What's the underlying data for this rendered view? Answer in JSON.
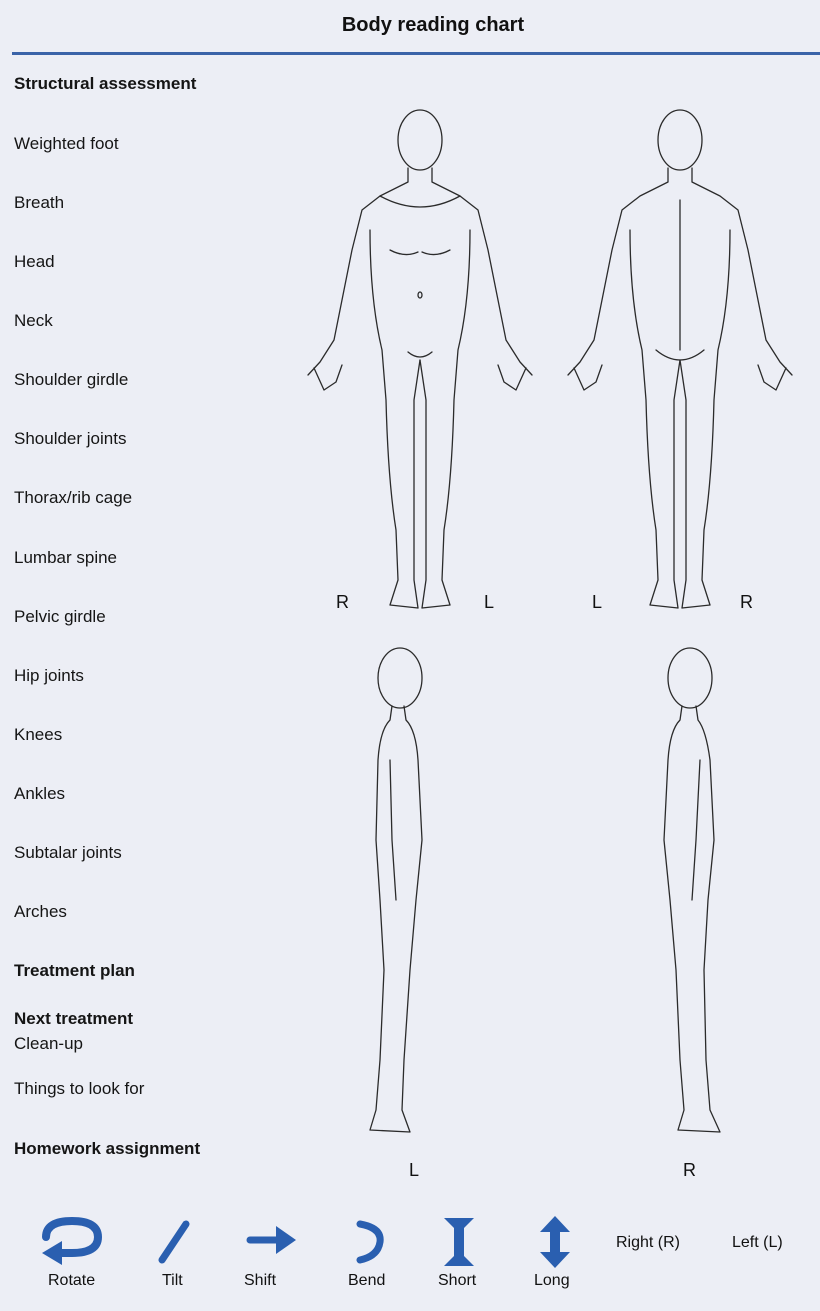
{
  "title": "Body reading chart",
  "rows": [
    {
      "label": "Structural assessment",
      "bold": true
    },
    {
      "label": "Weighted foot",
      "bold": false
    },
    {
      "label": "Breath",
      "bold": false
    },
    {
      "label": "Head",
      "bold": false
    },
    {
      "label": "Neck",
      "bold": false
    },
    {
      "label": "Shoulder girdle",
      "bold": false
    },
    {
      "label": "Shoulder joints",
      "bold": false
    },
    {
      "label": "Thorax/rib cage",
      "bold": false
    },
    {
      "label": "Lumbar spine",
      "bold": false
    },
    {
      "label": "Pelvic girdle",
      "bold": false
    },
    {
      "label": "Hip joints",
      "bold": false
    },
    {
      "label": "Knees",
      "bold": false
    },
    {
      "label": "Ankles",
      "bold": false
    },
    {
      "label": "Subtalar joints",
      "bold": false
    },
    {
      "label": "Arches",
      "bold": false
    },
    {
      "label": "Treatment plan",
      "bold": true
    },
    {
      "label": "Next treatment",
      "bold": true
    },
    {
      "label": "Clean-up",
      "bold": false
    },
    {
      "label": "Things to look for",
      "bold": false
    },
    {
      "label": "Homework assignment",
      "bold": true
    }
  ],
  "figure_labels": {
    "front_left": "R",
    "front_right": "L",
    "back_left": "L",
    "back_right": "R",
    "side_left": "L",
    "side_right": "R"
  },
  "legend": {
    "rotate": "Rotate",
    "tilt": "Tilt",
    "shift": "Shift",
    "bend": "Bend",
    "short": "Short",
    "long": "Long",
    "right": "Right (R)",
    "left": "Left (L)"
  },
  "colors": {
    "accent": "#2a5fb0",
    "rule": "#3a63a8",
    "background": "#eceef5"
  }
}
